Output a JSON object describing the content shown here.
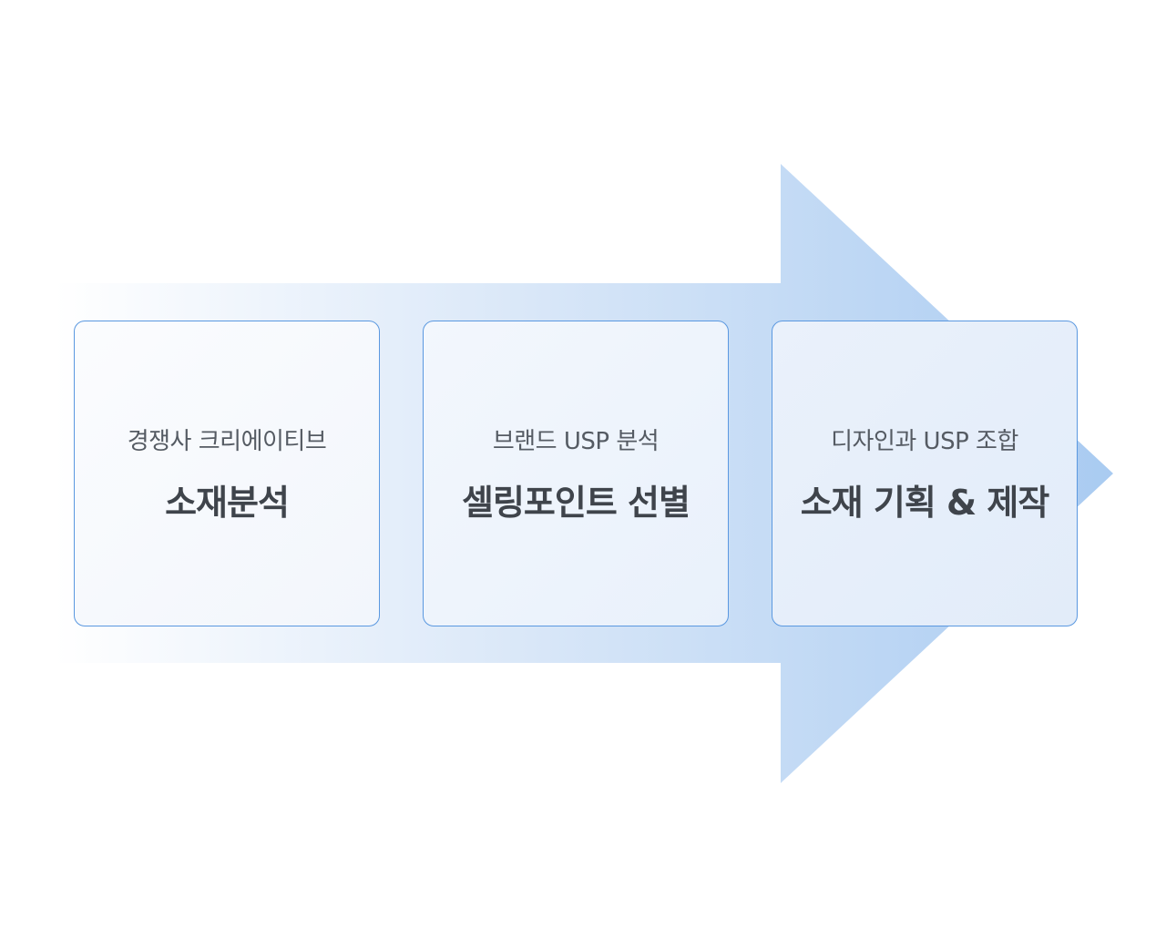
{
  "colors": {
    "arrow_start": "#ffffff",
    "arrow_mid": "#d9e7f8",
    "arrow_end": "#a9cbf1",
    "card_border": "#5a98e0",
    "subtitle_text": "#555b63",
    "title_text": "#3f444b"
  },
  "steps": [
    {
      "subtitle": "경쟁사 크리에이티브",
      "title": "소재분석"
    },
    {
      "subtitle": "브랜드 USP 분석",
      "title": "셀링포인트 선별"
    },
    {
      "subtitle": "디자인과 USP 조합",
      "title": "소재 기획 & 제작"
    }
  ]
}
